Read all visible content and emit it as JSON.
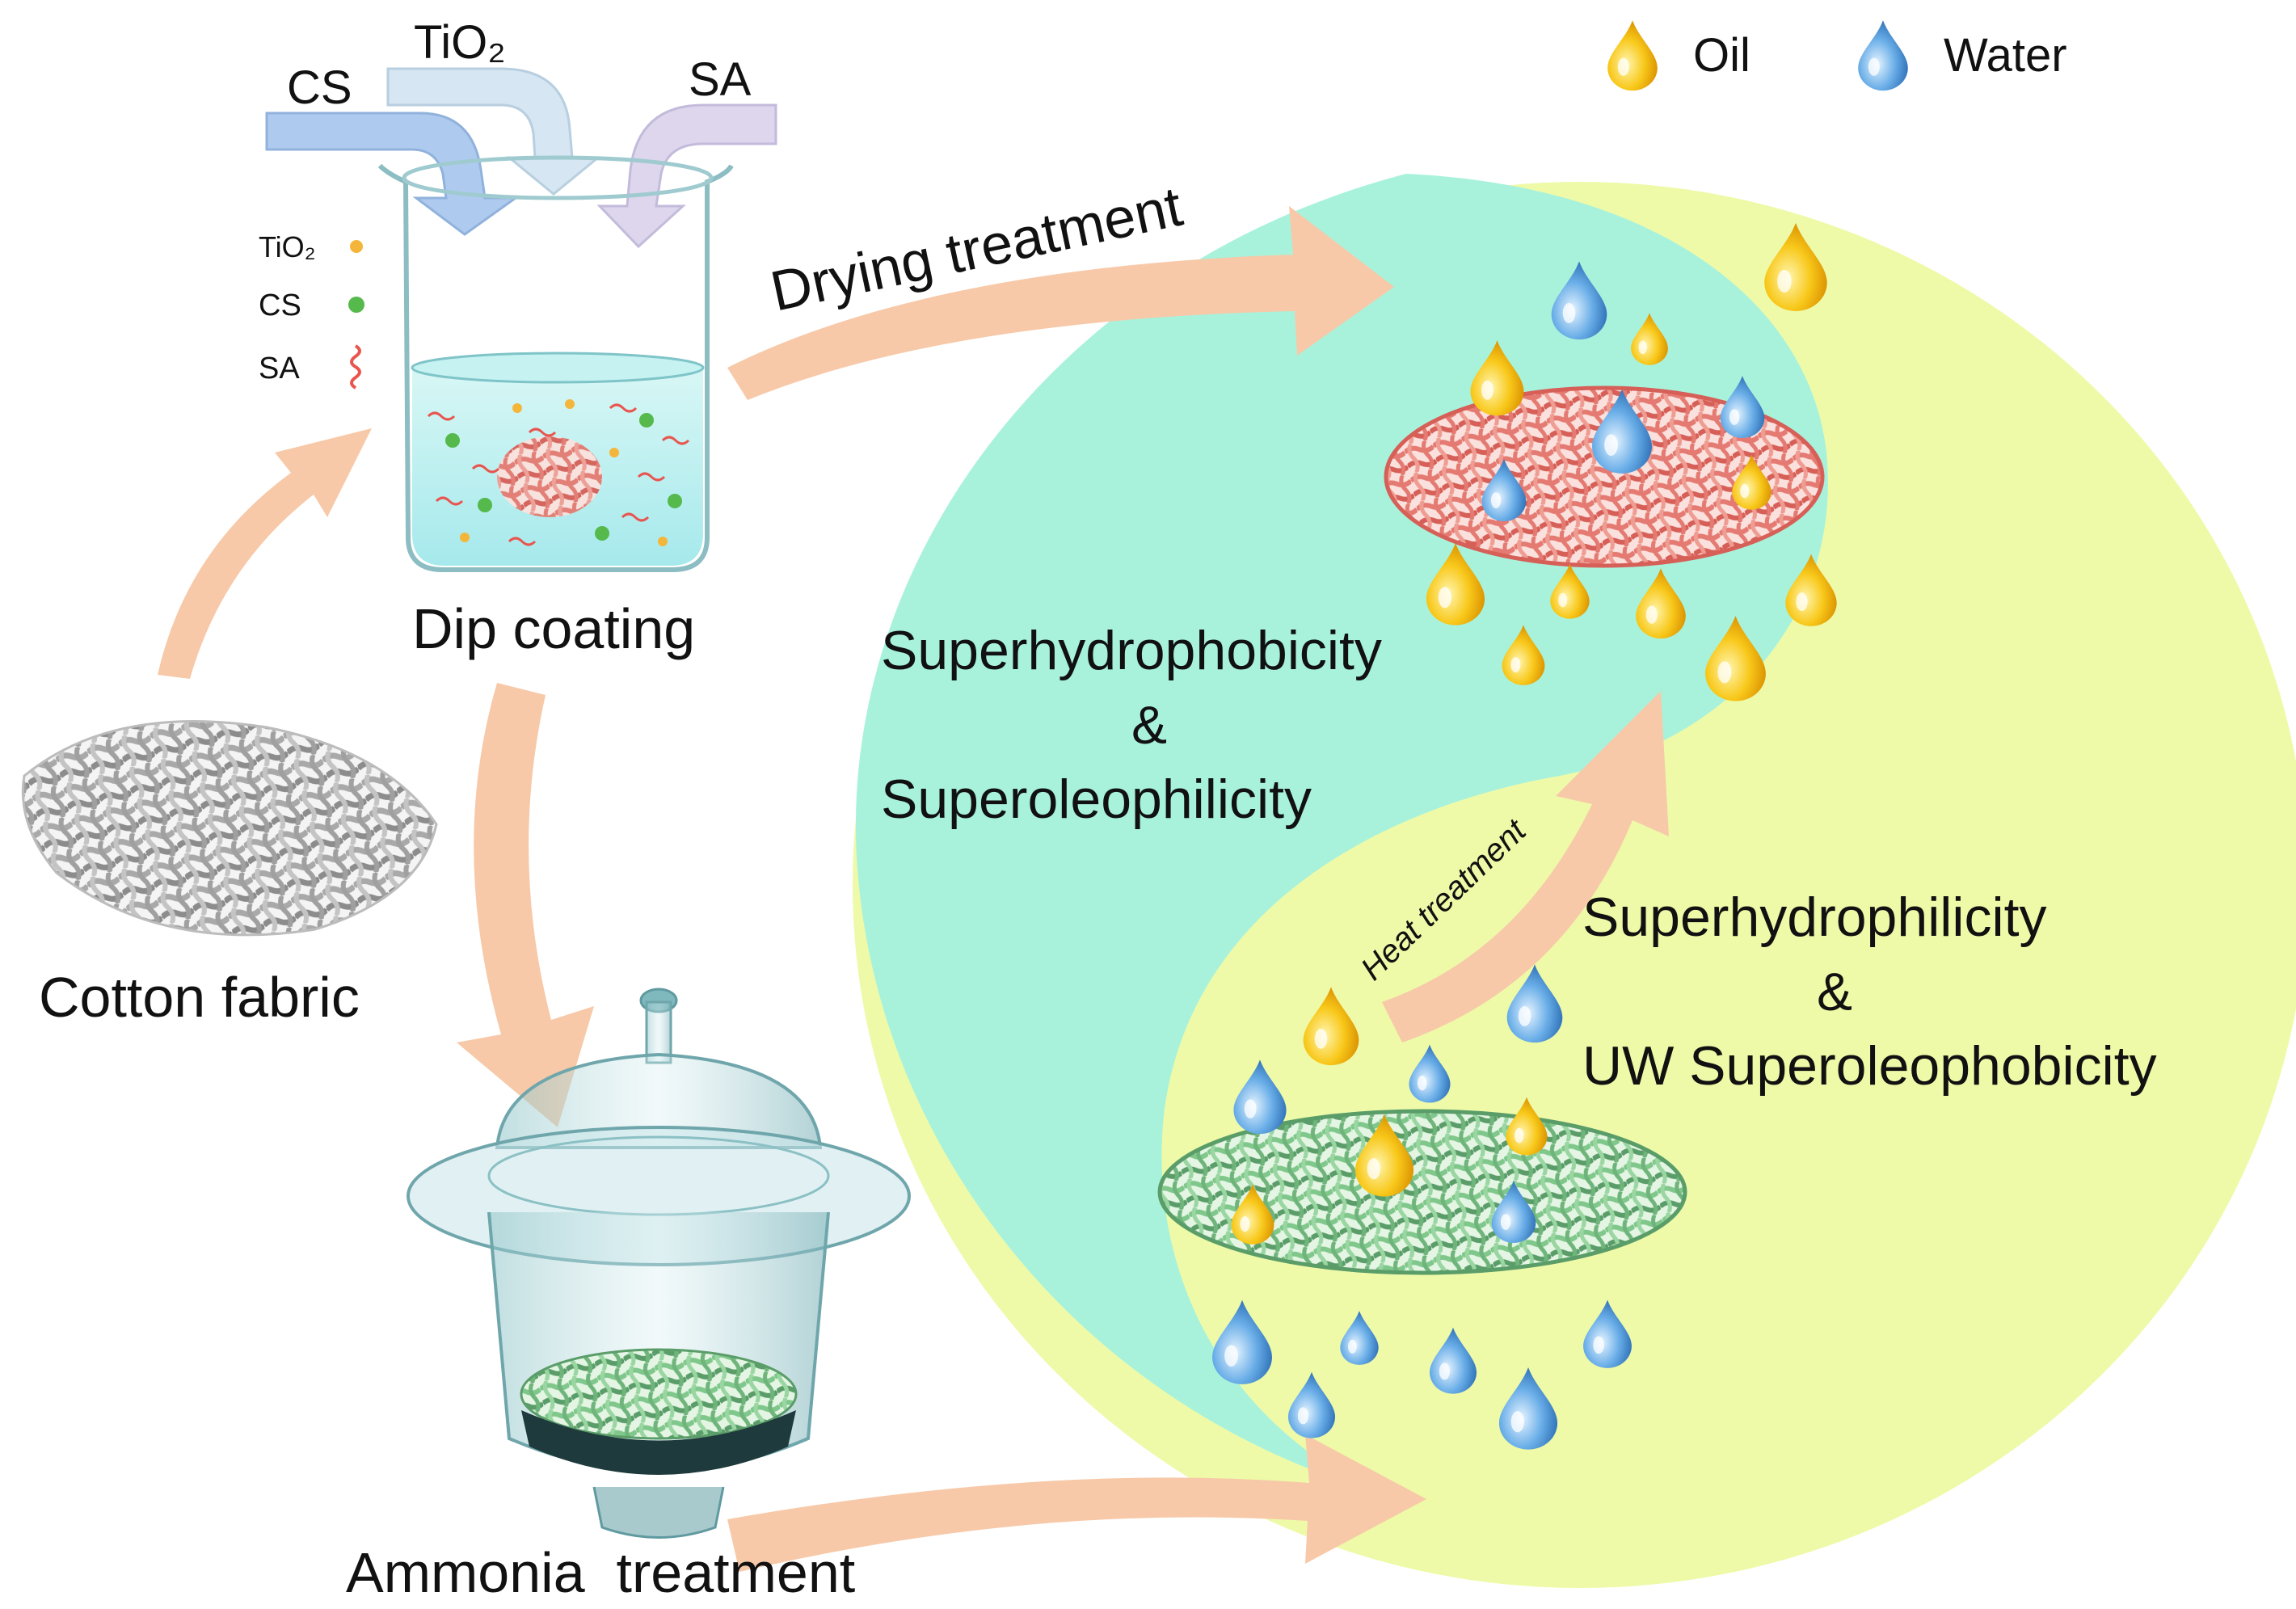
{
  "legend": {
    "oil": {
      "label": "Oil",
      "icon": "oil-droplet-icon",
      "color": "#f5b400"
    },
    "water": {
      "label": "Water",
      "icon": "water-droplet-icon",
      "color": "#3f8fd6"
    }
  },
  "inputs": {
    "cs": "CS",
    "tio2": "TiO₂",
    "sa": "SA"
  },
  "beaker_key": [
    {
      "label": "TiO₂",
      "marker": "dot",
      "color": "#f4b63a"
    },
    {
      "label": "CS",
      "marker": "dot",
      "color": "#55b94c"
    },
    {
      "label": "SA",
      "marker": "squiggle",
      "color": "#e8554e"
    }
  ],
  "steps": {
    "dip_coating": "Dip coating",
    "cotton_fabric": "Cotton fabric",
    "drying_treatment": "Drying treatment",
    "ammonia_treatment": "Ammonia  treatment",
    "heat_treatment": "Heat treatment"
  },
  "states": {
    "hydrophobic": {
      "line1": "Superhydrophobicity",
      "amp": "&",
      "line2": "Superoleophilicity",
      "bg_color": "#a8f2dc"
    },
    "hydrophilic": {
      "line1": "Superhydrophilicity",
      "amp": "&",
      "line2": "UW Superoleophobicity",
      "bg_color": "#eefaa8"
    }
  },
  "colors": {
    "process_arrow": "#f7c9a8",
    "cs_arrow": "#aecbef",
    "tio2_arrow": "#d6e6f2",
    "sa_arrow": "#ddd6ec",
    "coated_fabric": "#e9837a",
    "treated_fabric": "#7cc88a",
    "raw_fabric": "#9a9a9a"
  }
}
